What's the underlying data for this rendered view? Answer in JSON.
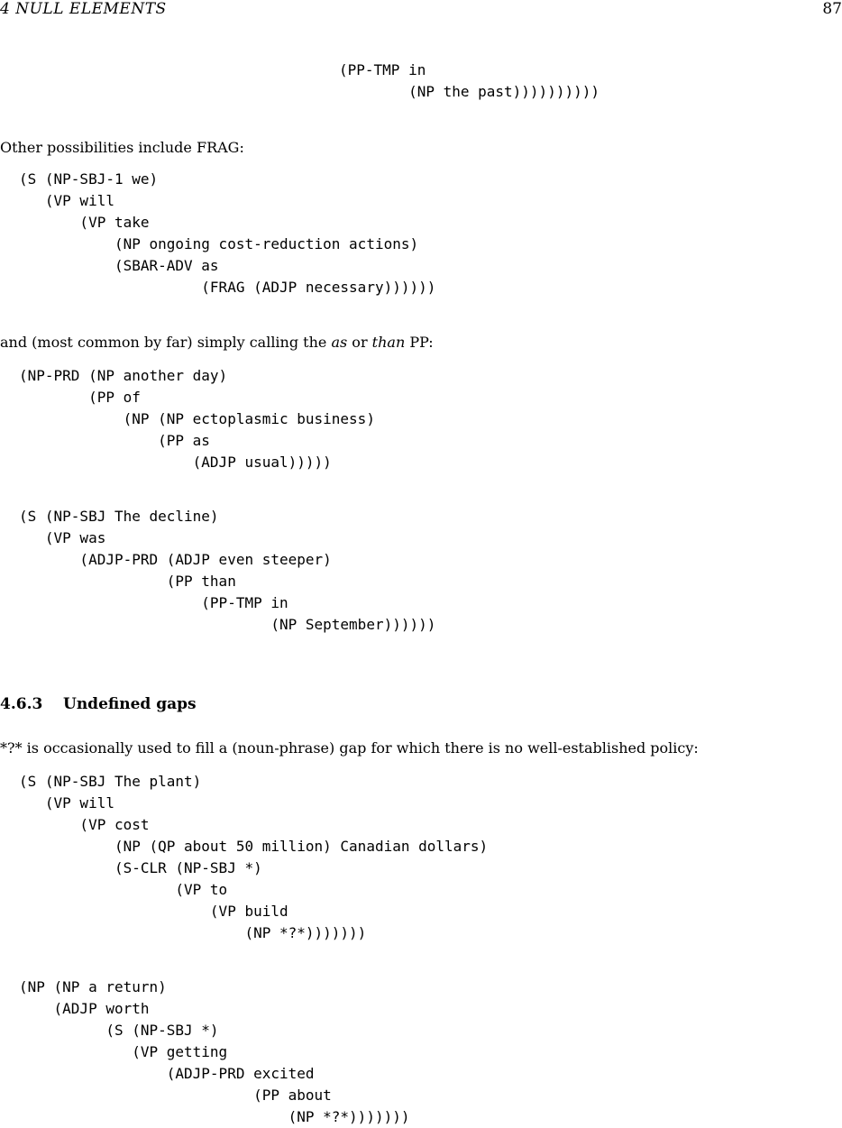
{
  "header": {
    "running_head": "4   NULL ELEMENTS",
    "page_number": "87"
  },
  "block_top": [
    "(PP-TMP in",
    "        (NP the past))))))))))"
  ],
  "para_frag": "Other possibilities include FRAG:",
  "block_frag": [
    "(S (NP-SBJ-1 we)",
    "   (VP will",
    "       (VP take",
    "           (NP ongoing cost-reduction actions)",
    "           (SBAR-ADV as",
    "                     (FRAG (ADJP necessary))))))"
  ],
  "para_pp": {
    "before": "and (most common by far) simply calling the ",
    "as": "as",
    "or": " or ",
    "than": "than",
    "after": " PP:"
  },
  "block_as": [
    "(NP-PRD (NP another day)",
    "        (PP of",
    "            (NP (NP ectoplasmic business)",
    "                (PP as",
    "                    (ADJP usual)))))"
  ],
  "block_than": [
    "(S (NP-SBJ The decline)",
    "   (VP was",
    "       (ADJP-PRD (ADJP even steeper)",
    "                 (PP than",
    "                     (PP-TMP in",
    "                             (NP September))))))"
  ],
  "section": {
    "number": "4.6.3",
    "title": "Undefined gaps"
  },
  "para_gaps": "*?* is occasionally used to fill a (noun-phrase) gap for which there is no well-established policy:",
  "block_plant": [
    "(S (NP-SBJ The plant)",
    "   (VP will",
    "       (VP cost",
    "           (NP (QP about 50 million) Canadian dollars)",
    "           (S-CLR (NP-SBJ *)",
    "                  (VP to",
    "                      (VP build",
    "                          (NP *?*)))))))"
  ],
  "block_return": [
    "(NP (NP a return)",
    "    (ADJP worth",
    "          (S (NP-SBJ *)",
    "             (VP getting",
    "                 (ADJP-PRD excited",
    "                           (PP about",
    "                               (NP *?*)))))))"
  ]
}
